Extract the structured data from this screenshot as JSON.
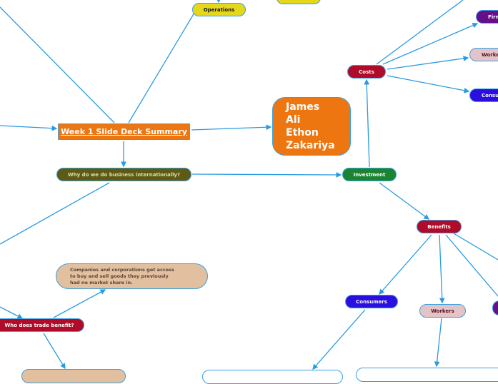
{
  "central": {
    "title": "Week 1 Slide Deck Summary"
  },
  "names": {
    "lines": [
      "James",
      "Ali",
      "Ethon",
      "Zakariya"
    ]
  },
  "nodes": {
    "operations": "Operations",
    "why": "Why do we do business internationally?",
    "investment": "Investment",
    "costs": "Costs",
    "costs_firms": "Firm",
    "costs_workers": "Worke",
    "costs_consumers": "Consu",
    "benefits": "Benefits",
    "benefits_consumers": "Consumers",
    "benefits_workers": "Workers",
    "who": "Who does trade benefit?",
    "companies": "Companies and corporations get access to buy and sell goods they previously had no market share in."
  },
  "colors": {
    "link": "#2a9be0",
    "orange": "#ee7611",
    "olive": "#5e5a14",
    "green": "#1b8431",
    "red": "#b00b28",
    "purple": "#660f8a",
    "pink": "#e2c4c8",
    "blue": "#2b0ee0",
    "yellow": "#e5d81c",
    "tan": "#e2bf9f"
  }
}
